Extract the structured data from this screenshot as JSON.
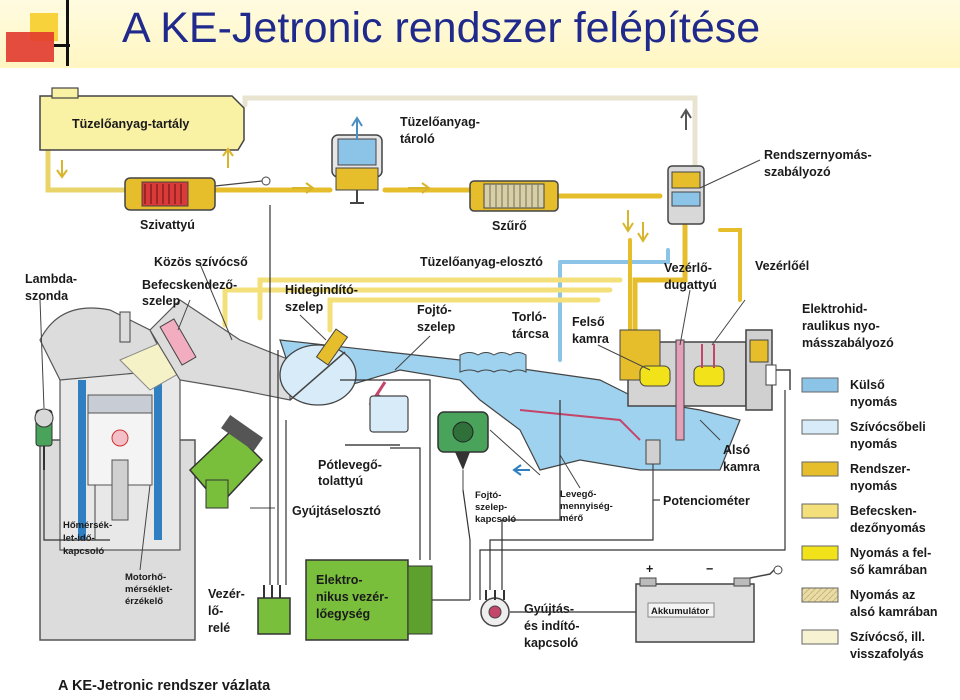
{
  "title": "A KE-Jetronic rendszer felépítése",
  "caption": "A KE-Jetronic rendszer vázlata",
  "components": {
    "fuel_tank": "Tüzelőanyag-tartály",
    "accumulator_1": "Tüzelőanyag-",
    "accumulator_2": "tároló",
    "pump": "Szivattyú",
    "filter": "Szűrő",
    "pressure_reg_1": "Rendszernyomás-",
    "pressure_reg_2": "szabályozó",
    "lambda_1": "Lambda-",
    "lambda_2": "szonda",
    "manifold": "Közös szívócső",
    "injector_1": "Befecskendező-",
    "injector_2": "szelep",
    "cold_start_1": "Hidegindító-",
    "cold_start_2": "szelep",
    "distributor": "Tüzelőanyag-elosztó",
    "throttle_1": "Fojtó-",
    "throttle_2": "szelep",
    "plate_1": "Torló-",
    "plate_2": "tárcsa",
    "upper_1": "Felső",
    "upper_2": "kamra",
    "plunger_1": "Vezérlő-",
    "plunger_2": "dugattyú",
    "control_edge": "Vezérlőél",
    "ehpr_1": "Elektrohid-",
    "ehpr_2": "raulikus nyo-",
    "ehpr_3": "másszabályozó",
    "aux_air_1": "Pótlevegő-",
    "aux_air_2": "tolattyú",
    "ignition_dist": "Gyújtáselosztó",
    "thermo_1": "Hőmérsék-",
    "thermo_2": "let-idő-",
    "thermo_3": "kapcsoló",
    "engine_temp_1": "Motorhő-",
    "engine_temp_2": "mérséklet-",
    "engine_temp_3": "érzékelő",
    "relay_1": "Vezér-",
    "relay_2": "lő-",
    "relay_3": "relé",
    "ecu_1": "Elektro-",
    "ecu_2": "nikus vezér-",
    "ecu_3": "lőegység",
    "throttle_switch_1": "Fojtó-",
    "throttle_switch_2": "szelep-",
    "throttle_switch_3": "kapcsoló",
    "airflow_1": "Levegő-",
    "airflow_2": "mennyiség-",
    "airflow_3": "mérő",
    "lower_1": "Alsó",
    "lower_2": "kamra",
    "potentiometer": "Potenciométer",
    "ign_switch_1": "Gyújtás-",
    "ign_switch_2": "és indító-",
    "ign_switch_3": "kapcsoló",
    "battery": "Akkumulátor",
    "plus": "+",
    "minus": "−"
  },
  "legend": [
    {
      "l1": "Külső",
      "l2": "nyomás",
      "color": "#8cc4e8"
    },
    {
      "l1": "Szívócsőbeli",
      "l2": "nyomás",
      "color": "#d7ecf8"
    },
    {
      "l1": "Rendszer-",
      "l2": "nyomás",
      "color": "#e6be2c"
    },
    {
      "l1": "Befecsken-",
      "l2": "dezőnyomás",
      "color": "#f3e07a"
    },
    {
      "l1": "Nyomás a fel-",
      "l2": "ső kamrában",
      "color": "#f1e21a"
    },
    {
      "l1": "Nyomás az",
      "l2": "alsó kamrában",
      "color": "#e9dca6"
    },
    {
      "l1": "Szívócső, ill.",
      "l2": "visszafolyás",
      "color": "#f7f3d2"
    }
  ],
  "colors": {
    "title": "#1f2a8c",
    "fuel": "#f3e37a",
    "air": "#9fd2ee",
    "engine": "#dcdcdc",
    "ecu": "#79bf3c"
  }
}
